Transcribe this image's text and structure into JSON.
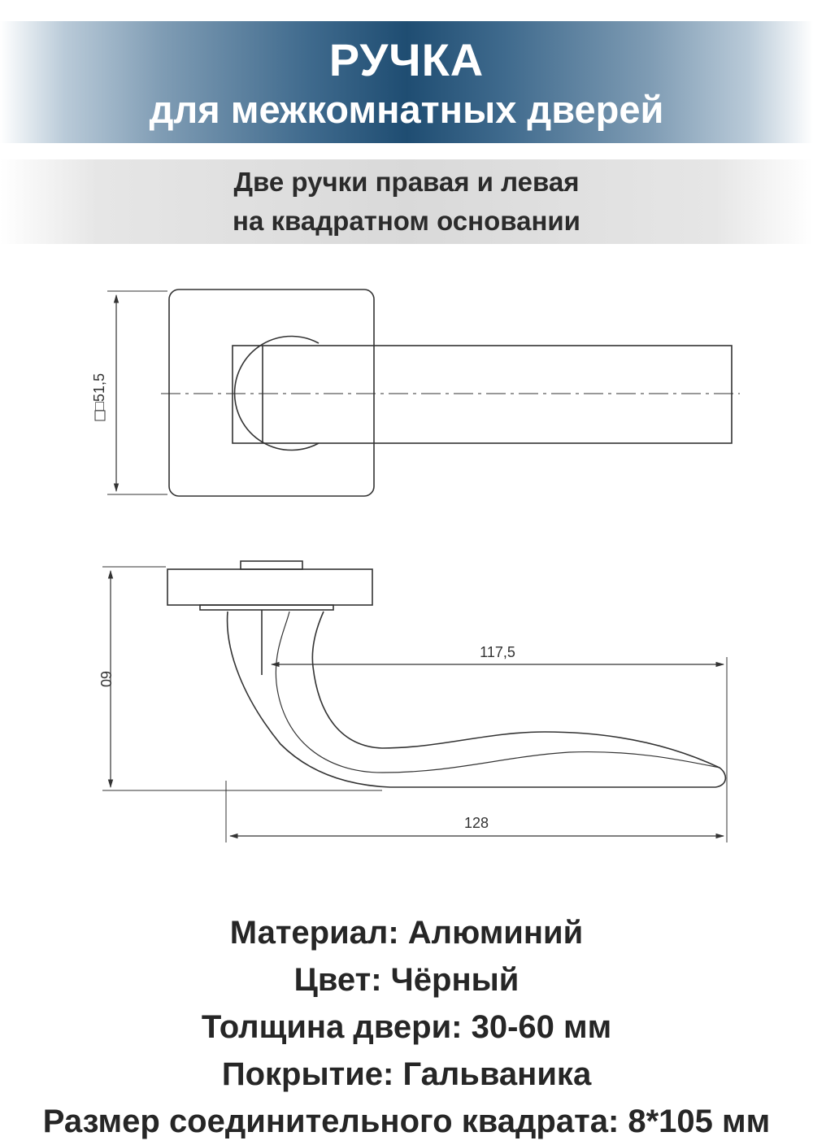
{
  "header": {
    "title": "РУЧКА",
    "subtitle": "для межкомнатных дверей"
  },
  "description": {
    "line1": "Две ручки правая и левая",
    "line2": "на квадратном основании"
  },
  "drawing": {
    "dim_square": "□51,5",
    "dim_height": "60",
    "dim_lever": "117,5",
    "dim_total": "128"
  },
  "specs": [
    "Материал: Алюминий",
    "Цвет: Чёрный",
    "Толщина двери: 30-60 мм",
    "Покрытие: Гальваника",
    "Размер соединительного квадрата: 8*105 мм"
  ]
}
